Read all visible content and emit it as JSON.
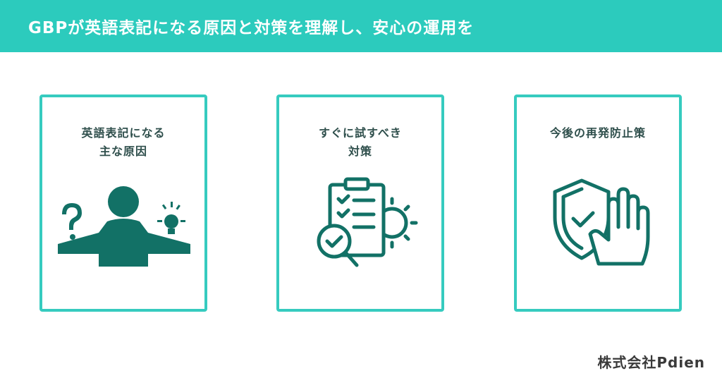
{
  "banner": {
    "title": "GBPが英語表記になる原因と対策を理解し、安心の運用を"
  },
  "cards": [
    {
      "title_line1": "英語表記になる",
      "title_line2": "主な原因",
      "icon": "person-question-lightbulb-icon"
    },
    {
      "title_line1": "すぐに試すべき",
      "title_line2": "対策",
      "icon": "clipboard-checklist-magnifier-gear-icon"
    },
    {
      "title_line1": "今後の再発防止策",
      "title_line2": "",
      "icon": "shield-hand-check-icon"
    }
  ],
  "footer": {
    "brand": "株式会社Pdien"
  },
  "colors": {
    "accent": "#2ccbbd",
    "icon": "#127166",
    "border": "#36cbbf"
  }
}
